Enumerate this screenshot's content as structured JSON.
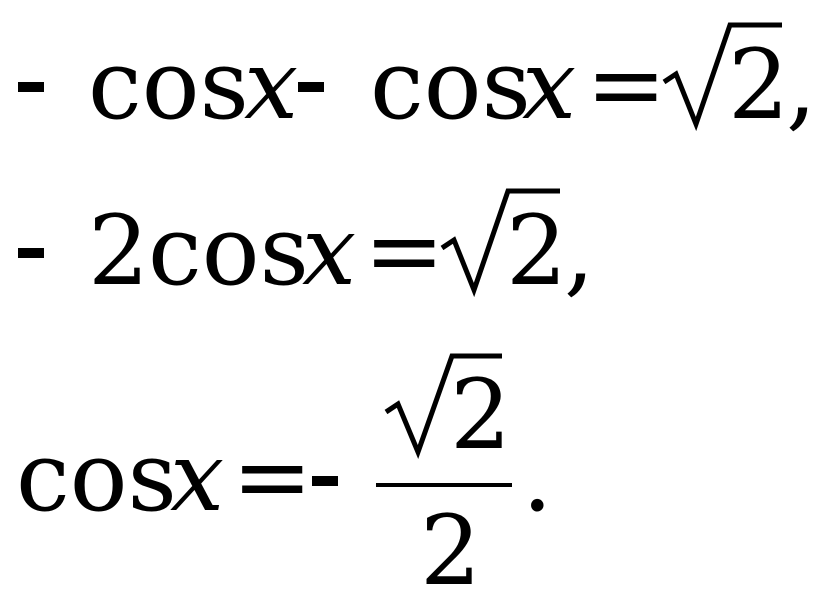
{
  "equations": {
    "line1": {
      "minus1": "-",
      "cos1": "cos",
      "x1": "x",
      "minus2": "-",
      "cos2": "cos",
      "x2": "x",
      "eq": "=",
      "radicand": "2",
      "comma": ","
    },
    "line2": {
      "minus": "-",
      "coef": "2",
      "cos": "cos",
      "x": "x",
      "eq": "=",
      "radicand": "2",
      "comma": ","
    },
    "line3": {
      "cos": "cos",
      "x": "x",
      "eq": "=",
      "minus": "-",
      "numerator_radicand": "2",
      "denominator": "2",
      "period": "."
    }
  }
}
